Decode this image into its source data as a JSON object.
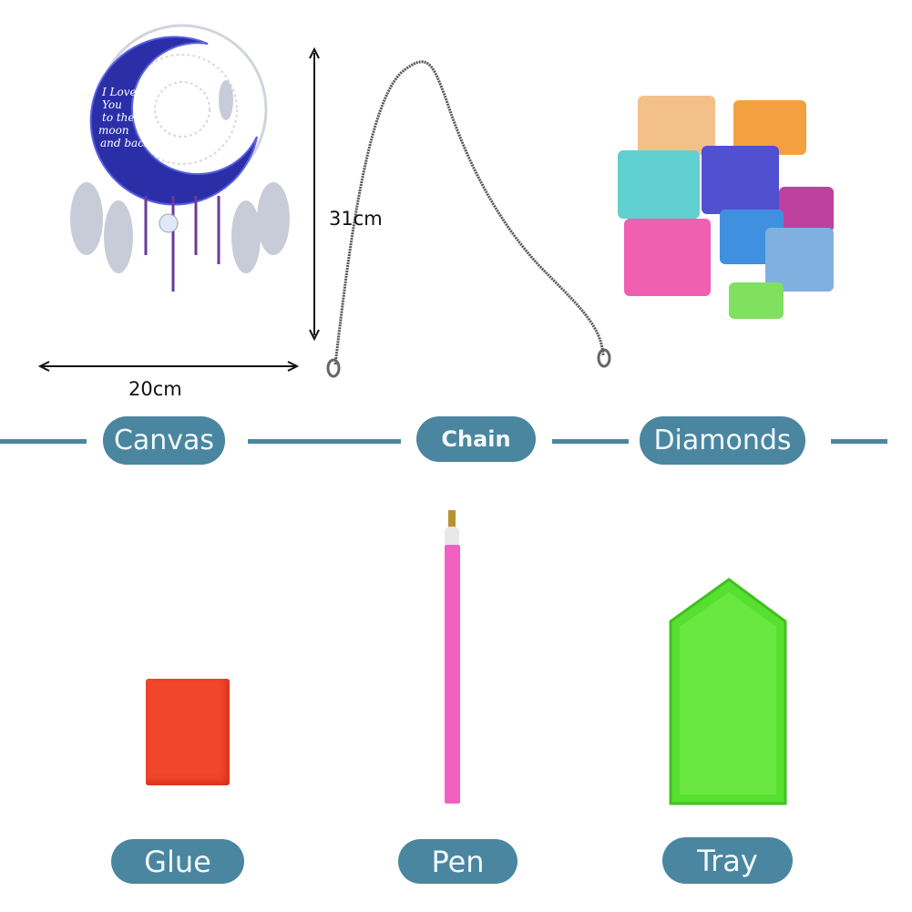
{
  "canvas_artwork": {
    "text": "I Love You to the moon and back"
  },
  "dimensions": {
    "height": "31cm",
    "width": "20cm"
  },
  "labels": {
    "canvas": "Canvas",
    "chain": "Chain",
    "diamonds": "Diamonds",
    "glue": "Glue",
    "pen": "Pen",
    "tray": "Tray"
  },
  "colors": {
    "label_bg": "#4a86a0",
    "moon": "#2a2fa8",
    "glue": "#f0462a",
    "pen": "#f060c0",
    "tray": "#58e030"
  }
}
